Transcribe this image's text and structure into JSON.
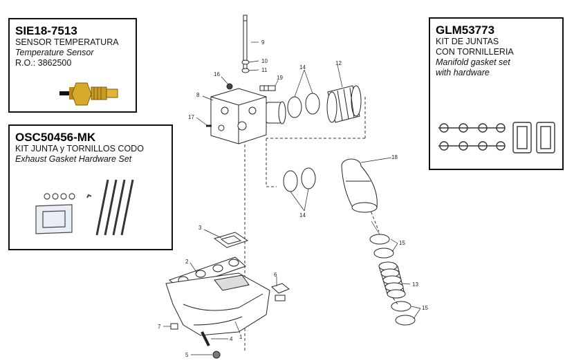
{
  "boxes": {
    "sensor": {
      "code": "SIE18-7513",
      "name_es": "SENSOR TEMPERATURA",
      "name_en": "Temperature  Sensor",
      "ref": "R.O.: 3862500"
    },
    "elbow_kit": {
      "code": "OSC50456-MK",
      "name_es": "KIT JUNTA  y TORNILLOS CODO",
      "name_en": "Exhaust Gasket Hardware Set"
    },
    "manifold_kit": {
      "code": "GLM53773",
      "name_es_1": "KIT DE JUNTAS",
      "name_es_2": "CON TORNILLERIA",
      "name_en_1": "Manifold gasket set",
      "name_en_2": "with hardware"
    }
  },
  "callouts": {
    "c1": "1",
    "c2": "2",
    "c3": "3",
    "c4": "4",
    "c5": "5",
    "c6": "6",
    "c7": "7",
    "c8": "8",
    "c9": "9",
    "c10": "10",
    "c11": "11",
    "c12": "12",
    "c13": "13",
    "c14a": "14",
    "c14b": "14",
    "c15a": "15",
    "c15b": "15",
    "c16": "16",
    "c17": "17",
    "c18": "18",
    "c19": "19"
  }
}
